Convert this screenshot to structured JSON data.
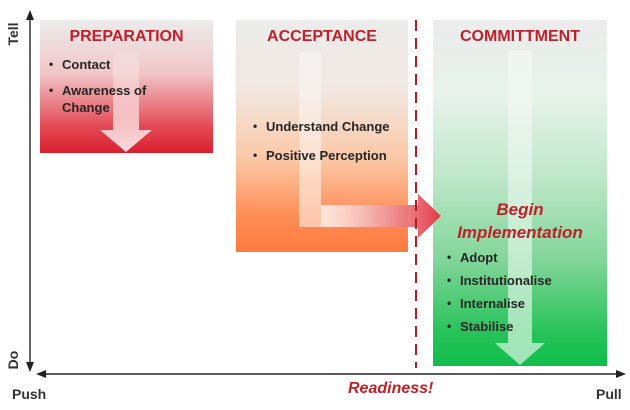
{
  "axes": {
    "y_top": "Tell",
    "y_bottom": "Do",
    "x_left": "Push",
    "x_right": "Pull",
    "x_center": "Readiness!"
  },
  "stages": {
    "preparation": {
      "title": "PREPARATION",
      "bullets": [
        "Contact",
        "Awareness of Change"
      ]
    },
    "acceptance": {
      "title": "ACCEPTANCE",
      "bullets": [
        "Understand Change",
        "Positive Perception"
      ]
    },
    "commitment": {
      "title": "COMMITTMENT",
      "callout": [
        "Begin",
        "Implementation"
      ],
      "bullets": [
        "Adopt",
        "Institutionalise",
        "Internalise",
        "Stabilise"
      ]
    }
  },
  "colors": {
    "title_red": "#c0202a",
    "preparation": "#d91f2e",
    "acceptance": "#ff7a3f",
    "commitment": "#0fbe4a",
    "divider": "#b01c24"
  }
}
